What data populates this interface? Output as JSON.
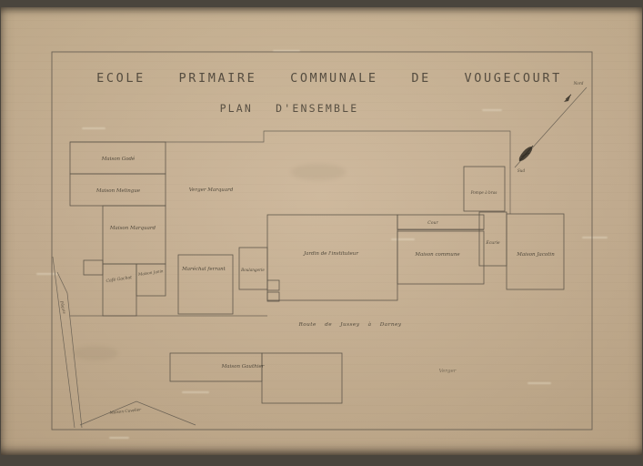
{
  "document": {
    "title": "ECOLE  PRIMAIRE  COMMUNALE  DE  VOUGECOURT",
    "subtitle": "PLAN  D'ENSEMBLE"
  },
  "compass": {
    "north_label": "Nord",
    "south_label": "Sud"
  },
  "roads": {
    "main_road": "Route de Jussey à Darney",
    "side_lane": "Pâquis"
  },
  "areas": {
    "verger_marquard": "Verger Marquard",
    "jardin_instituteur": "Jardin de l'instituteur",
    "cour": "Cour",
    "verger": "Verger"
  },
  "buildings": {
    "maison_gode": "Maison Godé",
    "maison_melingue": "Maison Melingue",
    "maison_marquard": "Maison Marquard",
    "cafe_gachot": "Café Gachot",
    "maison_janin": "Maison Janin",
    "marechal_ferrant": "Maréchal ferrant",
    "boulangerie": "Boulangerie",
    "maison_commune": "Maison commune",
    "ecurie": "Écurie",
    "pompe_a_bras": "Pompe à bras",
    "maison_jacotin": "Maison Jacotin",
    "maison_gauthier": "Maison Gauthier",
    "maison_cuvelier": "Maison Cuvelier"
  },
  "colors": {
    "paper": "#c9b295",
    "ink": "#5f574a",
    "photo_edge": "#4a453d"
  }
}
